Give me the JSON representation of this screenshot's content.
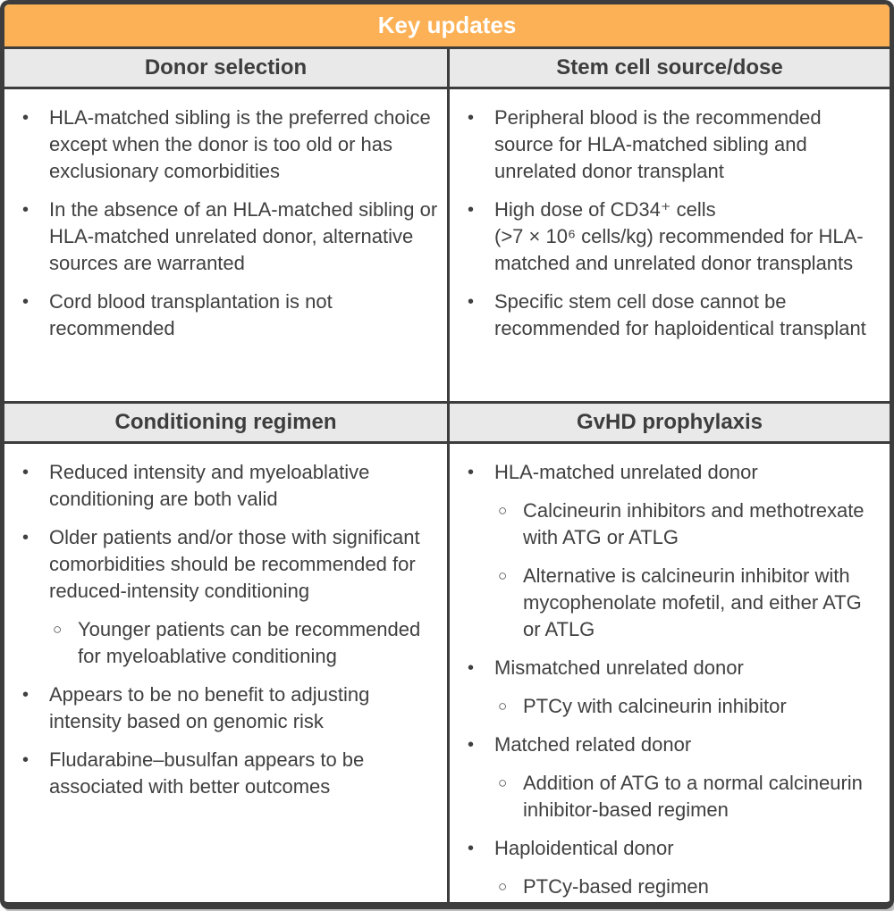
{
  "title": "Key updates",
  "colors": {
    "accent_orange": "#fcb156",
    "header_gray": "#e9e9e9",
    "border_dark": "#3d3d3d",
    "text": "#404040",
    "title_text": "#ffffff"
  },
  "icons": {
    "level1_bullet": "•",
    "level2_bullet": "○"
  },
  "sections": [
    {
      "heading": "Donor selection",
      "items": [
        {
          "text": "HLA-matched sibling is the preferred choice except when the donor is too old or has exclusionary comorbidities"
        },
        {
          "text": "In the absence of an HLA-matched sibling or HLA-matched unrelated donor, alternative sources are warranted"
        },
        {
          "text": "Cord blood transplantation is not recommended"
        }
      ]
    },
    {
      "heading": "Stem cell source/dose",
      "items": [
        {
          "text": "Peripheral blood is the recommended source for HLA-matched sibling and unrelated donor transplant"
        },
        {
          "text": "High dose of CD34⁺ cells\n(>7 × 10⁶ cells/kg) recommended for HLA-matched and unrelated donor transplants"
        },
        {
          "text": "Specific stem cell dose cannot be recommended for haploidentical transplant"
        }
      ]
    },
    {
      "heading": "Conditioning regimen",
      "items": [
        {
          "text": "Reduced intensity and myeloablative conditioning are both valid"
        },
        {
          "text": "Older patients and/or those with significant comorbidities should be recommended for reduced-intensity conditioning",
          "subitems": [
            "Younger patients can be recommended for myeloablative conditioning"
          ]
        },
        {
          "text": "Appears to be no benefit to adjusting intensity based on genomic risk"
        },
        {
          "text": "Fludarabine–busulfan appears to be associated with better outcomes"
        }
      ]
    },
    {
      "heading": "GvHD prophylaxis",
      "items": [
        {
          "text": "HLA-matched unrelated donor",
          "subitems": [
            "Calcineurin inhibitors and methotrexate with ATG or ATLG",
            "Alternative is calcineurin inhibitor with mycophenolate mofetil, and either ATG or ATLG"
          ]
        },
        {
          "text": "Mismatched unrelated donor",
          "subitems": [
            "PTCy with calcineurin inhibitor"
          ]
        },
        {
          "text": "Matched related donor",
          "subitems": [
            "Addition of ATG to a normal calcineurin inhibitor-based regimen"
          ]
        },
        {
          "text": "Haploidentical donor",
          "subitems": [
            "PTCy-based regimen"
          ]
        }
      ]
    }
  ]
}
